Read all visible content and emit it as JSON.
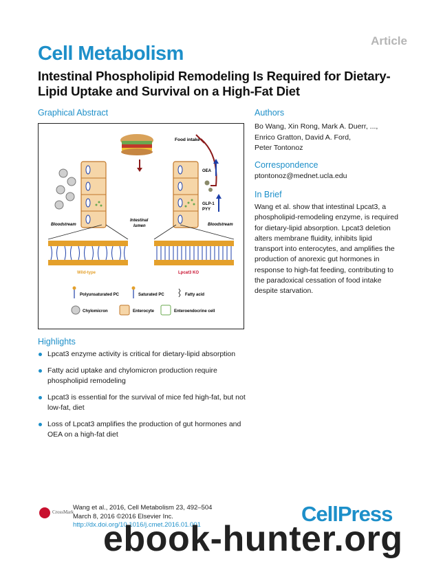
{
  "article_type": "Article",
  "journal": "Cell Metabolism",
  "title": "Intestinal Phospholipid Remodeling Is Required for Dietary-Lipid Uptake and Survival on a High-Fat Diet",
  "graphical_abstract": {
    "heading": "Graphical Abstract",
    "labels": {
      "food_intake": "Food intake",
      "oea": "OEA",
      "glp1": "GLP-1",
      "pyy": "PYY",
      "bloodstream_left": "Bloodstream",
      "bloodstream_right": "Bloodstream",
      "lumen_1": "Intestinal",
      "lumen_2": "lumen",
      "wild_type": "Wild-type",
      "ko": "Lpcat3 KO"
    },
    "legend": {
      "polyunsaturated": "Polyunsaturated PC",
      "saturated": "Saturated PC",
      "fatty_acid": "Fatty acid",
      "chylomicron": "Chylomicron",
      "enterocyte": "Enterocyte",
      "enteroendocrine": "Enteroendocrine cell"
    },
    "colors": {
      "wild_type": "#e4a02b",
      "ko": "#c8102e",
      "arrow": "#8b1a1a",
      "blue": "#1d3fa8"
    }
  },
  "authors": {
    "heading": "Authors",
    "lines": [
      "Bo Wang, Xin Rong, Mark A. Duerr, ...,",
      "Enrico Gratton, David A. Ford,",
      "Peter Tontonoz"
    ]
  },
  "correspondence": {
    "heading": "Correspondence",
    "email": "ptontonoz@mednet.ucla.edu"
  },
  "in_brief": {
    "heading": "In Brief",
    "text": "Wang et al. show that intestinal Lpcat3, a phospholipid-remodeling enzyme, is required for dietary-lipid absorption. Lpcat3 deletion alters membrane fluidity, inhibits lipid transport into enterocytes, and amplifies the production of anorexic gut hormones in response to high-fat feeding, contributing to the paradoxical cessation of food intake despite starvation."
  },
  "highlights": {
    "heading": "Highlights",
    "items": [
      "Lpcat3 enzyme activity is critical for dietary-lipid absorption",
      "Fatty acid uptake and chylomicron production require phospholipid remodeling",
      "Lpcat3 is essential for the survival of mice fed high-fat, but not low-fat, diet",
      "Loss of Lpcat3 amplifies the production of gut hormones and OEA on a high-fat diet"
    ]
  },
  "citation": {
    "line1": "Wang et al., 2016, Cell Metabolism 23, 492–504",
    "line2": "March 8, 2016 ©2016 Elsevier Inc.",
    "doi": "http://dx.doi.org/10.1016/j.cmet.2016.01.001"
  },
  "crossmark_label": "CrossMark",
  "publisher_logo": "CellPress",
  "watermark": "ebook-hunter.org"
}
